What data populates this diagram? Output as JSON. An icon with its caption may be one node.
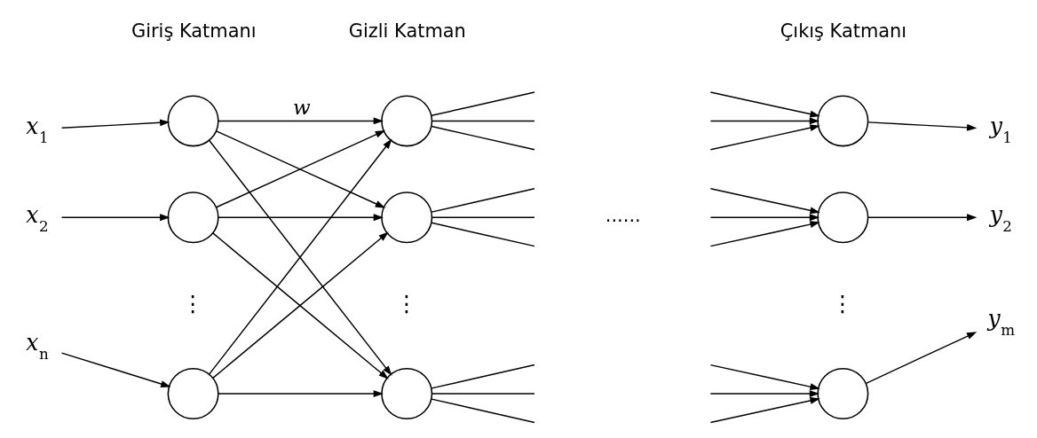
{
  "diagram": {
    "nodes": [
      {
        "text": [
          "x$_{1}$"
        ]
      },
      {
        "text": [
          "x$_{2}$"
        ]
      },
      {
        "text": [
          "x$_{n}$"
        ]
      },
      {
        "text": [],
        "shape": "circle"
      },
      {
        "text": [],
        "shape": "circle"
      },
      {
        "text": [],
        "shape": "circle"
      },
      {
        "text": [],
        "shape": "circle"
      },
      {
        "text": [],
        "shape": "circle"
      },
      {
        "text": [],
        "shape": "circle"
      },
      {
        "text": [],
        "shape": "circle"
      },
      {
        "text": [],
        "shape": "circle"
      },
      {
        "text": [],
        "shape": "circle"
      },
      {
        "text": [
          "y$_{1}$"
        ]
      },
      {
        "text": [
          "y$_{2}$"
        ]
      },
      {
        "text": [
          "y$_{m}$"
        ]
      }
    ],
    "edges": [
      {
        "from": 0,
        "to": 3,
        "arrow": "to"
      },
      {
        "from": 1,
        "to": 4,
        "arrow": "to"
      },
      {
        "from": 2,
        "to": 5,
        "arrow": "to"
      },
      {
        "from": 3,
        "to": 6,
        "arrow": "to",
        "label": "w"
      },
      {
        "from": 3,
        "to": 7,
        "arrow": "to"
      },
      {
        "from": 3,
        "to": 8,
        "arrow": "to"
      },
      {
        "from": 4,
        "to": 6,
        "arrow": "to"
      },
      {
        "from": 4,
        "to": 7,
        "arrow": "to"
      },
      {
        "from": 4,
        "to": 8,
        "arrow": "to"
      },
      {
        "from": 5,
        "to": 6,
        "arrow": "to"
      },
      {
        "from": 5,
        "to": 7,
        "arrow": "to"
      },
      {
        "from": 5,
        "to": 8,
        "arrow": "to"
      },
      {
        "from": 6,
        "to": null,
        "arrow": "none"
      },
      {
        "from": 6,
        "to": null,
        "arrow": "none"
      },
      {
        "from": 6,
        "to": null,
        "arrow": "none"
      },
      {
        "from": 7,
        "to": null,
        "arrow": "none"
      },
      {
        "from": 7,
        "to": null,
        "arrow": "none"
      },
      {
        "from": 7,
        "to": null,
        "arrow": "none"
      },
      {
        "from": 8,
        "to": null,
        "arrow": "none"
      },
      {
        "from": 8,
        "to": null,
        "arrow": "none"
      },
      {
        "from": 8,
        "to": null,
        "arrow": "none"
      },
      {
        "from": null,
        "to": 9,
        "arrow": "to"
      },
      {
        "from": null,
        "to": 9,
        "arrow": "to"
      },
      {
        "from": null,
        "to": 9,
        "arrow": "to"
      },
      {
        "from": null,
        "to": 10,
        "arrow": "to"
      },
      {
        "from": null,
        "to": 10,
        "arrow": "to"
      },
      {
        "from": null,
        "to": 10,
        "arrow": "to"
      },
      {
        "from": null,
        "to": 11,
        "arrow": "to"
      },
      {
        "from": null,
        "to": 11,
        "arrow": "to"
      },
      {
        "from": null,
        "to": 11,
        "arrow": "to"
      },
      {
        "from": 9,
        "to": 12,
        "arrow": "to"
      },
      {
        "from": 10,
        "to": 13,
        "arrow": "to"
      },
      {
        "from": 11,
        "to": 14,
        "arrow": "to"
      }
    ],
    "labels": [
      "Giriş Katmanı",
      "Gizli Katman",
      "Çıkış Katmanı",
      "......",
      "⋮",
      "⋮",
      "⋮"
    ]
  }
}
